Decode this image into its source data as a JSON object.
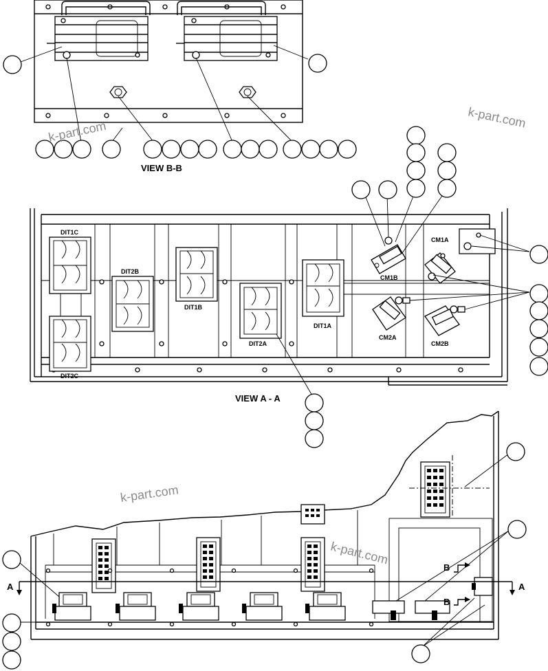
{
  "views": {
    "view_bb": "VIEW B-B",
    "view_aa": "VIEW A - A"
  },
  "components": {
    "dit1c": "DIT1C",
    "dit2b": "DIT2B",
    "dit1b": "DIT1B",
    "dit2a": "DIT2A",
    "dit1a": "DIT1A",
    "dit2c": "DIT2C",
    "cm1a": "CM1A",
    "cm1b": "CM1B",
    "cm2a": "CM2A",
    "cm2b": "CM2B"
  },
  "section_markers": {
    "a_left": "A",
    "a_right": "A",
    "b_upper": "B",
    "b_lower": "B"
  },
  "watermark": "k-part.com"
}
